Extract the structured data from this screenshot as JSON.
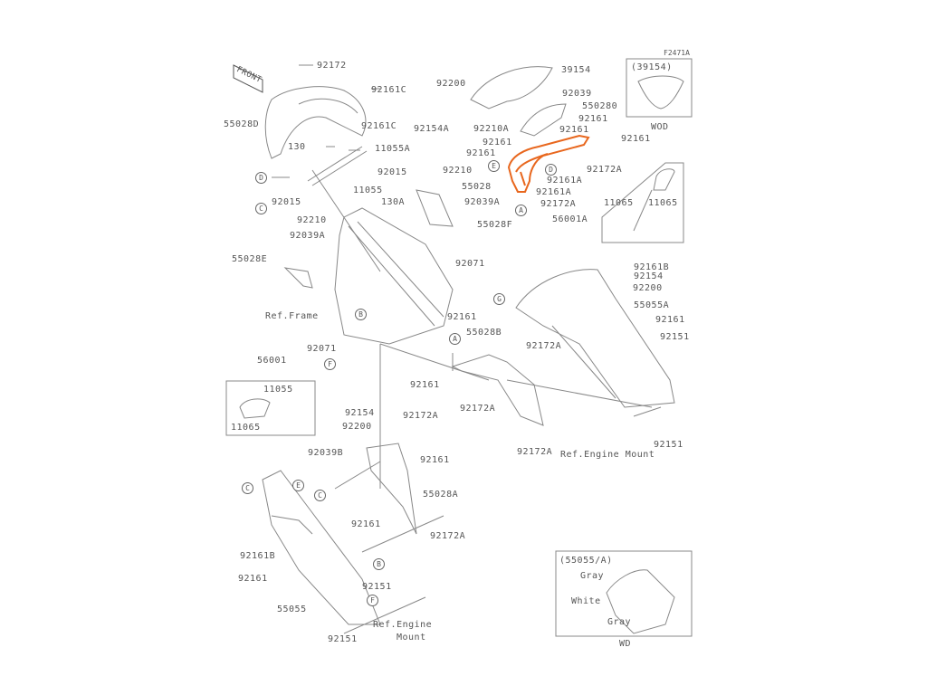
{
  "diagram": {
    "title": "Cowling parts diagram",
    "code": "F2471A",
    "highlight_color": "#E8671E",
    "highlighted_part": "55028",
    "front_marker": "FRONT",
    "labels": {
      "l92172": "92172",
      "l92161C_a": "92161C",
      "l92161C_b": "92161C",
      "l55028D": "55028D",
      "l130": "130",
      "l11055A": "11055A",
      "l92015_a": "92015",
      "l92015_b": "92015",
      "l11055": "11055",
      "l130A": "130A",
      "l92210_a": "92210",
      "l92039A_a": "92039A",
      "l55028E": "55028E",
      "lRefFrame": "Ref.Frame",
      "l92071_a": "92071",
      "l92071_b": "92071",
      "l56001": "56001",
      "l11055_b": "11055",
      "l11065_a": "11065",
      "l92154_b": "92154",
      "l92200_b": "92200",
      "l92039B": "92039B",
      "l92172A_1": "92172A",
      "l92161_m1": "92161",
      "l55028A": "55028A",
      "l92161_m2": "92161",
      "l92172A_2": "92172A",
      "l92161B_b": "92161B",
      "l92161_m3": "92161",
      "l92151_b1": "92151",
      "l55055": "55055",
      "l92151_b2": "92151",
      "lRefEngine2a": "Ref.Engine",
      "lRefEngine2b": "Mount",
      "l92200_t": "92200",
      "l92154A": "92154A",
      "l39154": "39154",
      "l92210A": "92210A",
      "l92039": "92039",
      "l55028O": "550280",
      "l92161_t1": "92161",
      "l92161_t2": "92161",
      "l92161_t3": "92161",
      "l92161_t4": "92161",
      "l92161_t5": "92161",
      "l92172A_t": "92172A",
      "l92161A_1": "92161A",
      "l92161A_2": "92161A",
      "l92172A_t2": "92172A",
      "l55028": "55028",
      "l92210_b": "92210",
      "l92039A_b": "92039A",
      "l55028F": "55028F",
      "l56001A": "56001A",
      "l11065_r1": "11065",
      "l11065_r2": "11065",
      "l92161B_r": "92161B",
      "l92154_r": "92154",
      "l92200_r": "92200",
      "l55055A": "55055A",
      "l92161_r": "92161",
      "l92151_r1": "92151",
      "l92161_c": "92161",
      "l55028B": "55028B",
      "l92172A_c1": "92172A",
      "l92161_c2": "92161",
      "l92172A_c2": "92172A",
      "l92172A_c3": "92172A",
      "lRefEngine1": "Ref.Engine Mount",
      "l92151_r2": "92151",
      "l39154_box": "(39154)",
      "lWOD": "WOD",
      "l55055A_box": "(55055/A)",
      "lGray1": "Gray",
      "lWhite": "White",
      "lGray2": "Gray",
      "lWD": "WD"
    },
    "circles": {
      "cD1": "D",
      "cC1": "C",
      "cB1": "B",
      "cF1": "F",
      "cE1": "E",
      "cD2": "D",
      "cA1": "A",
      "cG1": "G",
      "cA2": "A",
      "cC2": "C",
      "cE2": "E",
      "cC3": "C",
      "cB2": "B",
      "cF2": "F"
    }
  }
}
